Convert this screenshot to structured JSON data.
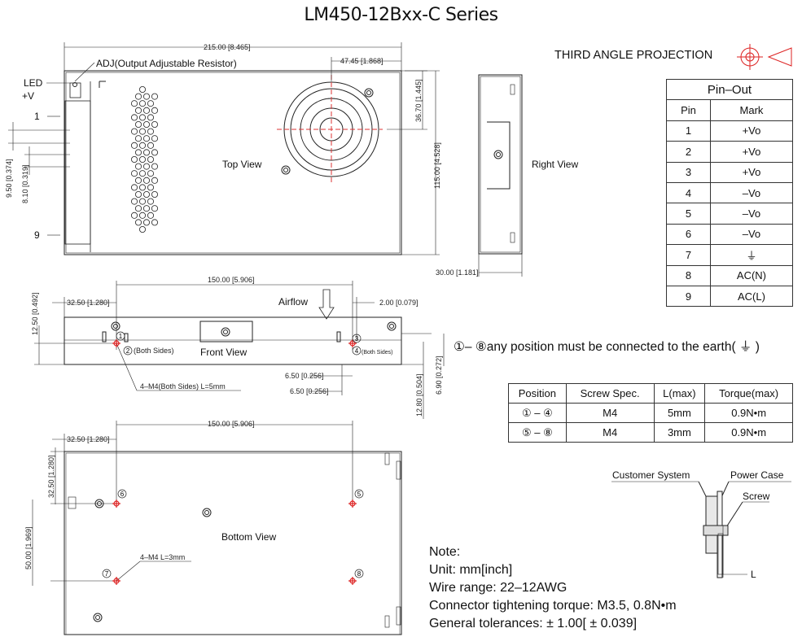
{
  "title": "LM450-12Bxx-C Series",
  "projection_label": "THIRD ANGLE PROJECTION",
  "top_view": {
    "label": "Top View",
    "adj_label": "ADJ(Output Adjustable Resistor)",
    "led_label": "LED",
    "v_label": "+V",
    "pin_first": "1",
    "pin_last": "9",
    "dim_length": "215.00 [8.465]",
    "dim_fan_x": "47.45 [1.868]",
    "dim_fan_y": "36.70 [1.445]",
    "dim_height": "115.00 [4.528]",
    "dim_pitch1": "9.50 [0.374]",
    "dim_pitch2": "8.10 [0.319]"
  },
  "right_view": {
    "label": "Right View",
    "dim_width": "30.00 [1.181]"
  },
  "front_view": {
    "label": "Front View",
    "airflow": "Airflow",
    "both_sides": "(Both Sides)",
    "both_sides_2": "(Both Sides)",
    "screw_note": "4–M4(Both Sides) L=5mm",
    "dim_span": "150.00 [5.906]",
    "dim_left": "32.50 [1.280]",
    "dim_right": "2.00 [0.079]",
    "dim_h": "12.50 [0.492]",
    "dim_a": "6.50 [0.256]",
    "dim_b": "6.50 [0.256]",
    "dim_c": "12.80 [0.504]",
    "dim_d": "6.90 [0.272]",
    "m1": "1",
    "m2": "2",
    "m3": "3",
    "m4": "4"
  },
  "bottom_view": {
    "label": "Bottom View",
    "screw_note": "4–M4 L=3mm",
    "dim_span": "150.00 [5.906]",
    "dim_left": "32.50 [1.280]",
    "dim_top": "32.50 [1.280]",
    "dim_mid": "50.00 [1.969]",
    "m5": "5",
    "m6": "6",
    "m7": "7",
    "m8": "8"
  },
  "pin_out": {
    "title": "Pin–Out",
    "col_pin": "Pin",
    "col_mark": "Mark",
    "rows": [
      {
        "pin": "1",
        "mark": "+Vo"
      },
      {
        "pin": "2",
        "mark": "+Vo"
      },
      {
        "pin": "3",
        "mark": "+Vo"
      },
      {
        "pin": "4",
        "mark": "–Vo"
      },
      {
        "pin": "5",
        "mark": "–Vo"
      },
      {
        "pin": "6",
        "mark": "–Vo"
      },
      {
        "pin": "7",
        "mark": "⏚"
      },
      {
        "pin": "8",
        "mark": "AC(N)"
      },
      {
        "pin": "9",
        "mark": "AC(L)"
      }
    ]
  },
  "earth_note": "①– ⑧any position must be connected to the earth( ⏚ )",
  "screw_table": {
    "headers": [
      "Position",
      "Screw Spec.",
      "L(max)",
      "Torque(max)"
    ],
    "rows": [
      {
        "position": "① – ④",
        "spec": "M4",
        "l": "5mm",
        "torque": "0.9N•m"
      },
      {
        "position": "⑤ – ⑧",
        "spec": "M4",
        "l": "3mm",
        "torque": "0.9N•m"
      }
    ]
  },
  "mount_detail": {
    "customer_system": "Customer System",
    "power_case": "Power Case",
    "screw": "Screw",
    "l_label": "L"
  },
  "note": {
    "heading": "Note:",
    "unit": "Unit: mm[inch]",
    "wire": "Wire range: 22–12AWG",
    "torque": "Connector tightening torque: M3.5, 0.8N•m",
    "tolerance": "General tolerances:  ± 1.00[ ± 0.039]"
  }
}
